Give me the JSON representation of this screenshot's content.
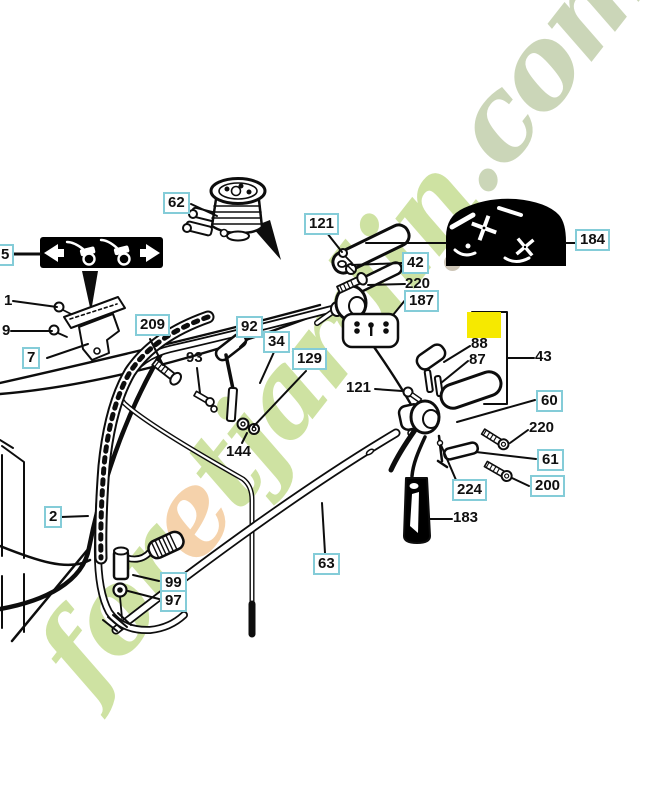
{
  "diagram_title": "handlebar-assembly-exploded-parts-diagram",
  "watermark": {
    "part1": "for",
    "highlight_letter": "e",
    "part2": "tjardin",
    "suffix": ".com"
  },
  "colors": {
    "page_bg": "#ffffff",
    "label_box_border": "#84ccd8",
    "highlight": "#f6e900",
    "watermark_green": "#bcd77f",
    "watermark_orange": "#f2c28b",
    "watermark_suffix": "#b8c79e",
    "watermark_dot": "#c8bfae",
    "line_color": "#0d0d0d"
  },
  "icons": {
    "sticker_5": "tiller-direction-arrows-sticker",
    "sticker_184": "rotating-tines-warning-sticker",
    "highlight_box": "selected-part-highlight"
  },
  "labels": [
    {
      "text": "5",
      "boxed": true
    },
    {
      "text": "62",
      "boxed": true
    },
    {
      "text": "121",
      "boxed": true
    },
    {
      "text": "184",
      "boxed": true
    },
    {
      "text": "42",
      "boxed": true
    },
    {
      "text": "220",
      "boxed": false
    },
    {
      "text": "187",
      "boxed": true
    },
    {
      "text": "1",
      "boxed": false
    },
    {
      "text": "9",
      "boxed": false
    },
    {
      "text": "7",
      "boxed": true
    },
    {
      "text": "209",
      "boxed": true
    },
    {
      "text": "93",
      "boxed": false
    },
    {
      "text": "92",
      "boxed": true
    },
    {
      "text": "34",
      "boxed": true
    },
    {
      "text": "129",
      "boxed": true
    },
    {
      "text": "144",
      "boxed": false
    },
    {
      "text": "88",
      "boxed": false
    },
    {
      "text": "87",
      "boxed": false
    },
    {
      "text": "43",
      "boxed": false
    },
    {
      "text": "121",
      "boxed": false
    },
    {
      "text": "60",
      "boxed": true
    },
    {
      "text": "220",
      "boxed": false
    },
    {
      "text": "61",
      "boxed": true
    },
    {
      "text": "200",
      "boxed": true
    },
    {
      "text": "224",
      "boxed": true
    },
    {
      "text": "183",
      "boxed": false
    },
    {
      "text": "2",
      "boxed": true
    },
    {
      "text": "99",
      "boxed": true
    },
    {
      "text": "97",
      "boxed": true
    },
    {
      "text": "63",
      "boxed": true
    }
  ]
}
